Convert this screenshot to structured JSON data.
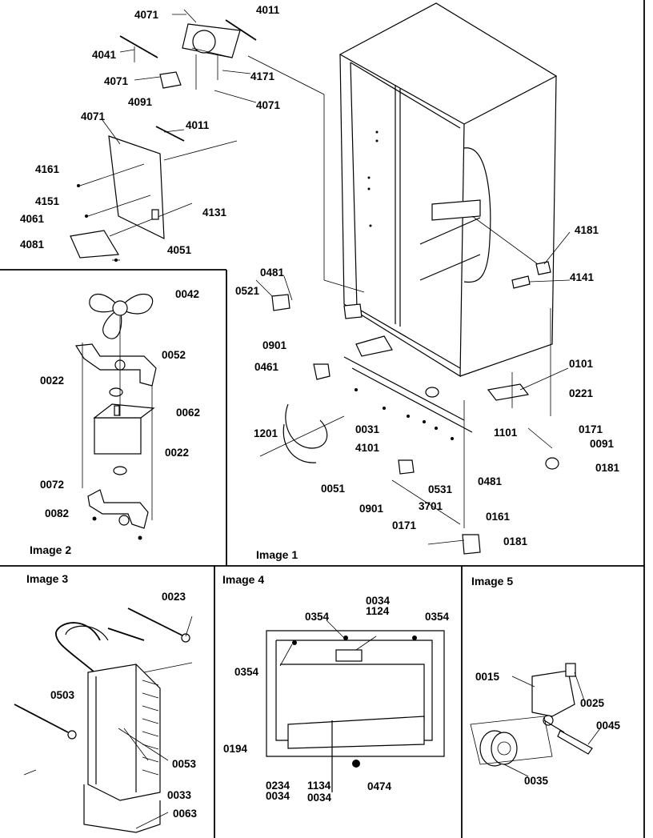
{
  "panels": {
    "image1": {
      "caption": "Image 1"
    },
    "image2": {
      "caption": "Image 2"
    },
    "image3": {
      "caption": "Image 3"
    },
    "image4": {
      "caption": "Image 4"
    },
    "image5": {
      "caption": "Image 5"
    }
  },
  "callouts": {
    "c4071a": "4071",
    "c4011a": "4011",
    "c4041": "4041",
    "c4071b": "4071",
    "c4171": "4171",
    "c4091": "4091",
    "c4071c": "4071",
    "c4071d": "4071",
    "c4011b": "4011",
    "c4161": "4161",
    "c4151": "4151",
    "c4131": "4131",
    "c4061": "4061",
    "c4081": "4081",
    "c4051": "4051",
    "c0481a": "0481",
    "c0521": "0521",
    "c0901a": "0901",
    "c0461": "0461",
    "c4181": "4181",
    "c4141": "4141",
    "c0101": "0101",
    "c0221": "0221",
    "c0031": "0031",
    "c1201": "1201",
    "c4101": "4101",
    "c1101": "1101",
    "c0171a": "0171",
    "c0091": "0091",
    "c0181a": "0181",
    "c0531": "0531",
    "c0481b": "0481",
    "c0051": "0051",
    "c0901b": "0901",
    "c3701": "3701",
    "c0161": "0161",
    "c0171b": "0171",
    "c0181b": "0181",
    "c0042": "0042",
    "c0052": "0052",
    "c0022a": "0022",
    "c0062": "0062",
    "c0022b": "0022",
    "c0072": "0072",
    "c0082": "0082",
    "c0023": "0023",
    "c0503": "0503",
    "c0053": "0053",
    "c0033": "0033",
    "c0063": "0063",
    "c0034a": "0034",
    "c1124": "1124",
    "c0354a": "0354",
    "c0354b": "0354",
    "c0354c": "0354",
    "c0194": "0194",
    "c0234": "0234",
    "c0034b": "0034",
    "c1134": "1134",
    "c0034c": "0034",
    "c0474": "0474",
    "c0015": "0015",
    "c0025": "0025",
    "c0045": "0045",
    "c0035": "0035"
  }
}
